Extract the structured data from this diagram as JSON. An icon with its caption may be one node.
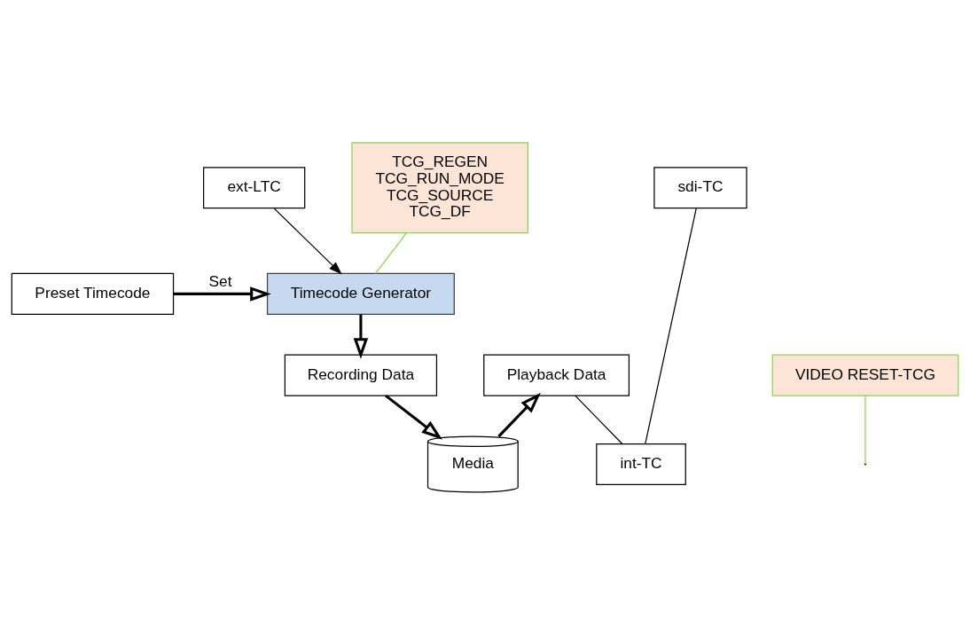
{
  "diagram": {
    "nodes": [
      {
        "text": [
          "ext-LTC"
        ]
      },
      {
        "text": [
          "sdi-TC"
        ]
      },
      {
        "text": [
          "int-TC"
        ]
      },
      {
        "text": [
          "TCG_REGEN",
          "TCG_RUN_MODE",
          "TCG_SOURCE",
          "TCG_DF"
        ]
      },
      {
        "text": [
          "Timecode Generator"
        ]
      },
      {
        "text": [
          "Preset Timecode"
        ]
      },
      {
        "text": [
          "Playback Data"
        ]
      },
      {
        "text": [
          "Recording Data"
        ]
      },
      {
        "text": [
          "VIDEO RESET-TCG"
        ]
      },
      {
        "text": [
          "Media"
        ]
      }
    ],
    "edges": [
      {
        "from": 0,
        "to": 4,
        "arrow": "to"
      },
      {
        "from": 2,
        "to": 1,
        "arrow": "none"
      },
      {
        "from": 6,
        "to": 2,
        "arrow": "none"
      },
      {
        "from": 5,
        "to": 4,
        "arrow": "to",
        "label": "Set",
        "style": "thick"
      },
      {
        "from": 4,
        "to": 7,
        "arrow": "to",
        "style": "thick"
      },
      {
        "from": 7,
        "to": 9,
        "arrow": "to",
        "style": "thick"
      },
      {
        "from": 9,
        "to": 6,
        "arrow": "to",
        "style": "thick"
      },
      {
        "from": 4,
        "to": 3,
        "arrow": "none",
        "color": "#92d050"
      },
      {
        "from": 8,
        "to": null,
        "arrow": "none",
        "color": "#92d050"
      }
    ]
  }
}
